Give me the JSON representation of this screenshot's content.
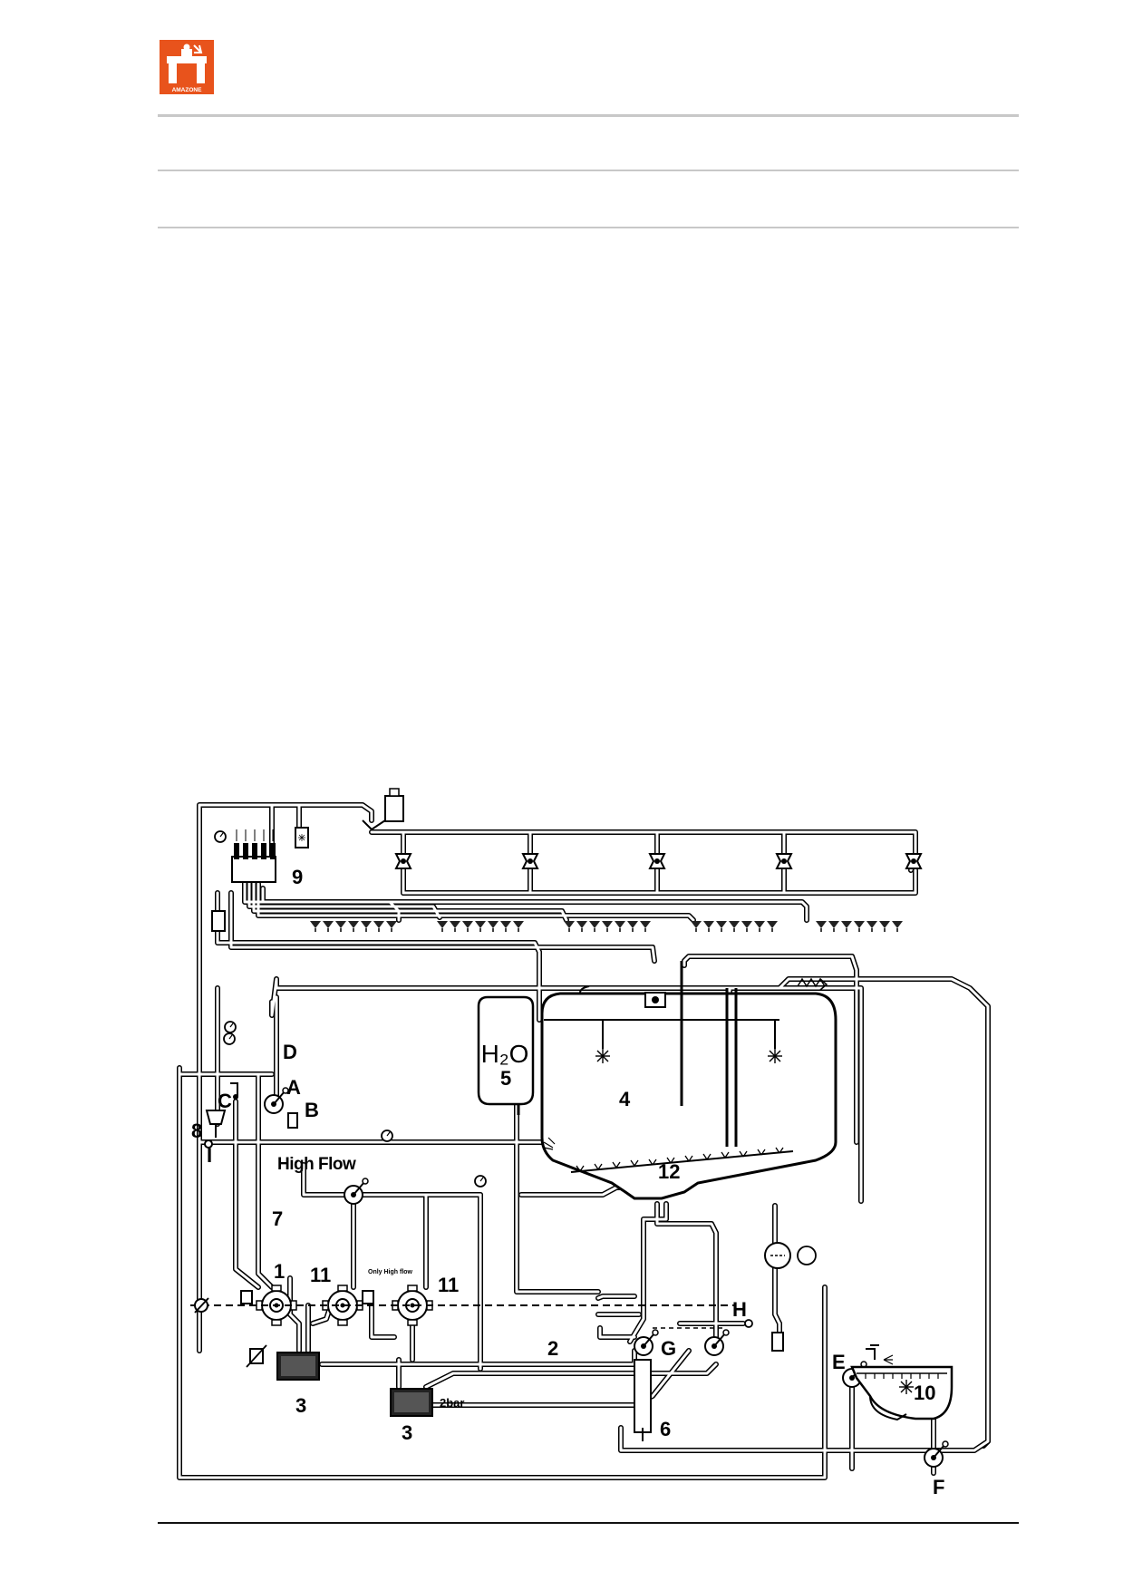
{
  "brand": {
    "logo_text": "AMAZONE",
    "color": "#e8531c"
  },
  "diagram": {
    "labels": {
      "tank": "4",
      "freshwater_tank": "5",
      "h2o": "H₂O",
      "valve_a": "A",
      "valve_b": "B",
      "valve_c": "C",
      "valve_d": "D",
      "valve_e": "E",
      "valve_f": "F",
      "valve_g": "G",
      "valve_h": "H",
      "valve_i": "I",
      "pump_1": "1",
      "line_2": "2",
      "filter_3a": "3",
      "filter_3b": "3",
      "injector_6": "6",
      "line_7": "7",
      "item_8": "8",
      "section_valves_9": "9",
      "induction_10": "10",
      "pump_11a": "11",
      "pump_11b": "11",
      "agitator_12": "12",
      "high_flow": "High Flow",
      "only_high_flow": "Only High flow",
      "two_bar": "2bar"
    }
  }
}
